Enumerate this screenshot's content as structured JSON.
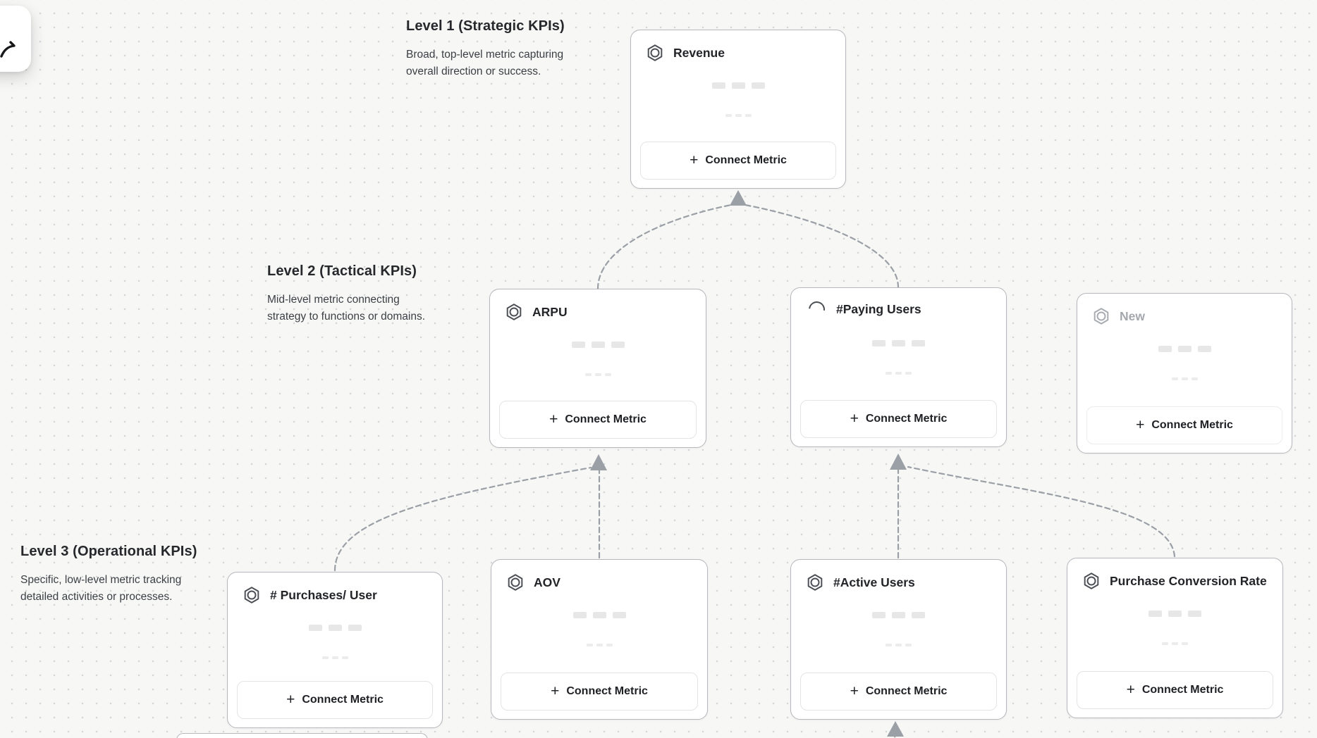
{
  "ui": {
    "connect_metric_label": "Connect Metric",
    "plus_glyph": "+",
    "colors": {
      "canvas_background": "#f7f7f6",
      "grid_dot": "#d4d5d7",
      "card_border": "#b5b8bc",
      "connector": "#9aa0a6",
      "title_text": "#222428",
      "muted_text": "#a4a8ad",
      "skeleton": "#e7e7e7"
    },
    "icons": {
      "metric": "hexagon-ring-icon",
      "loading": "spinner-arc-icon",
      "toolbar": "cursor-icon",
      "button": "plus-icon"
    }
  },
  "levels": [
    {
      "title": "Level 1 (Strategic KPIs)",
      "description_lines": [
        "Broad, top-level metric capturing",
        "overall direction or success."
      ]
    },
    {
      "title": "Level 2 (Tactical KPIs)",
      "description_lines": [
        "Mid-level metric connecting",
        "strategy to functions or domains."
      ]
    },
    {
      "title": "Level 3 (Operational KPIs)",
      "description_lines": [
        "Specific, low-level metric tracking",
        "detailed activities or processes."
      ]
    }
  ],
  "nodes": [
    {
      "title": "Revenue",
      "level": 1,
      "icon": "hexagon-ring-icon",
      "state": "default"
    },
    {
      "title": "ARPU",
      "level": 2,
      "icon": "hexagon-ring-icon",
      "state": "default"
    },
    {
      "title": "#Paying Users",
      "level": 2,
      "icon": "spinner-arc-icon",
      "state": "loading"
    },
    {
      "title": "New",
      "level": 2,
      "icon": "hexagon-ring-icon",
      "state": "muted"
    },
    {
      "title": "# Purchases/ User",
      "level": 3,
      "icon": "hexagon-ring-icon",
      "state": "default"
    },
    {
      "title": "AOV",
      "level": 3,
      "icon": "hexagon-ring-icon",
      "state": "default"
    },
    {
      "title": "#Active Users",
      "level": 3,
      "icon": "hexagon-ring-icon",
      "state": "default"
    },
    {
      "title": "Purchase Conversion Rate",
      "level": 3,
      "icon": "hexagon-ring-icon",
      "state": "default"
    }
  ]
}
